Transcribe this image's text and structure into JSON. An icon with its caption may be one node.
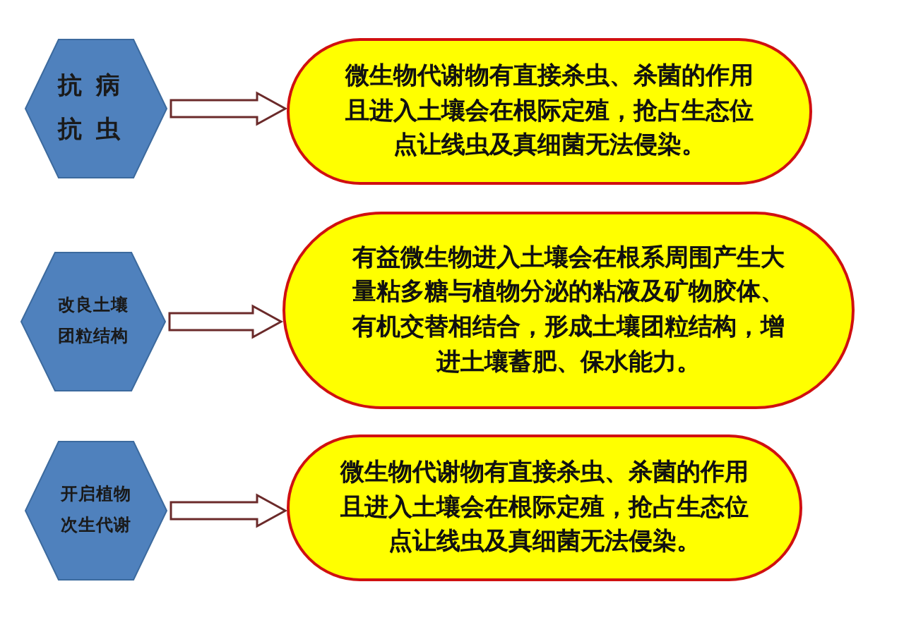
{
  "diagram": {
    "nodes": [
      {
        "text": [
          "抗病抗虫"
        ]
      },
      {
        "text": [
          "微生物代谢物有直接杀虫、杀菌的作用且进入土壤会在根际定殖，抢占生态位点让线虫及真细菌无法侵染。"
        ]
      },
      {
        "text": [
          "改良土壤团粒结构"
        ]
      },
      {
        "text": [
          "有益微生物进入土壤会在根系周围产生大量粘多糖与植物分泌的粘液及矿物胶体、有机交替相结合，形成土壤团粒结构，增进土壤蓄肥、保水能力。"
        ]
      },
      {
        "text": [
          "开启植物次生代谢"
        ]
      },
      {
        "text": [
          "微生物代谢物有直接杀虫、杀菌的作用且进入土壤会在根际定殖，抢占生态位点让线虫及真细菌无法侵染。"
        ]
      }
    ],
    "edges": [
      {
        "from": 0,
        "to": 1,
        "arrow": "to"
      },
      {
        "from": 2,
        "to": 3,
        "arrow": "to"
      },
      {
        "from": 4,
        "to": 5,
        "arrow": "to"
      }
    ]
  }
}
